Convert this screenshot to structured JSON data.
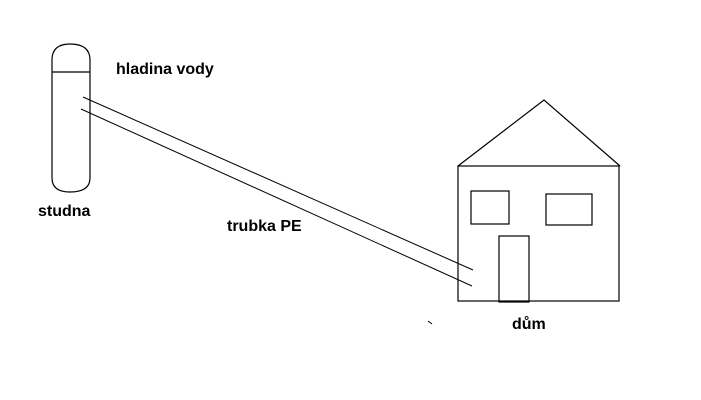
{
  "labels": {
    "water_level": "hladina vody",
    "well": "studna",
    "pipe": "trubka PE",
    "house": "dům"
  }
}
